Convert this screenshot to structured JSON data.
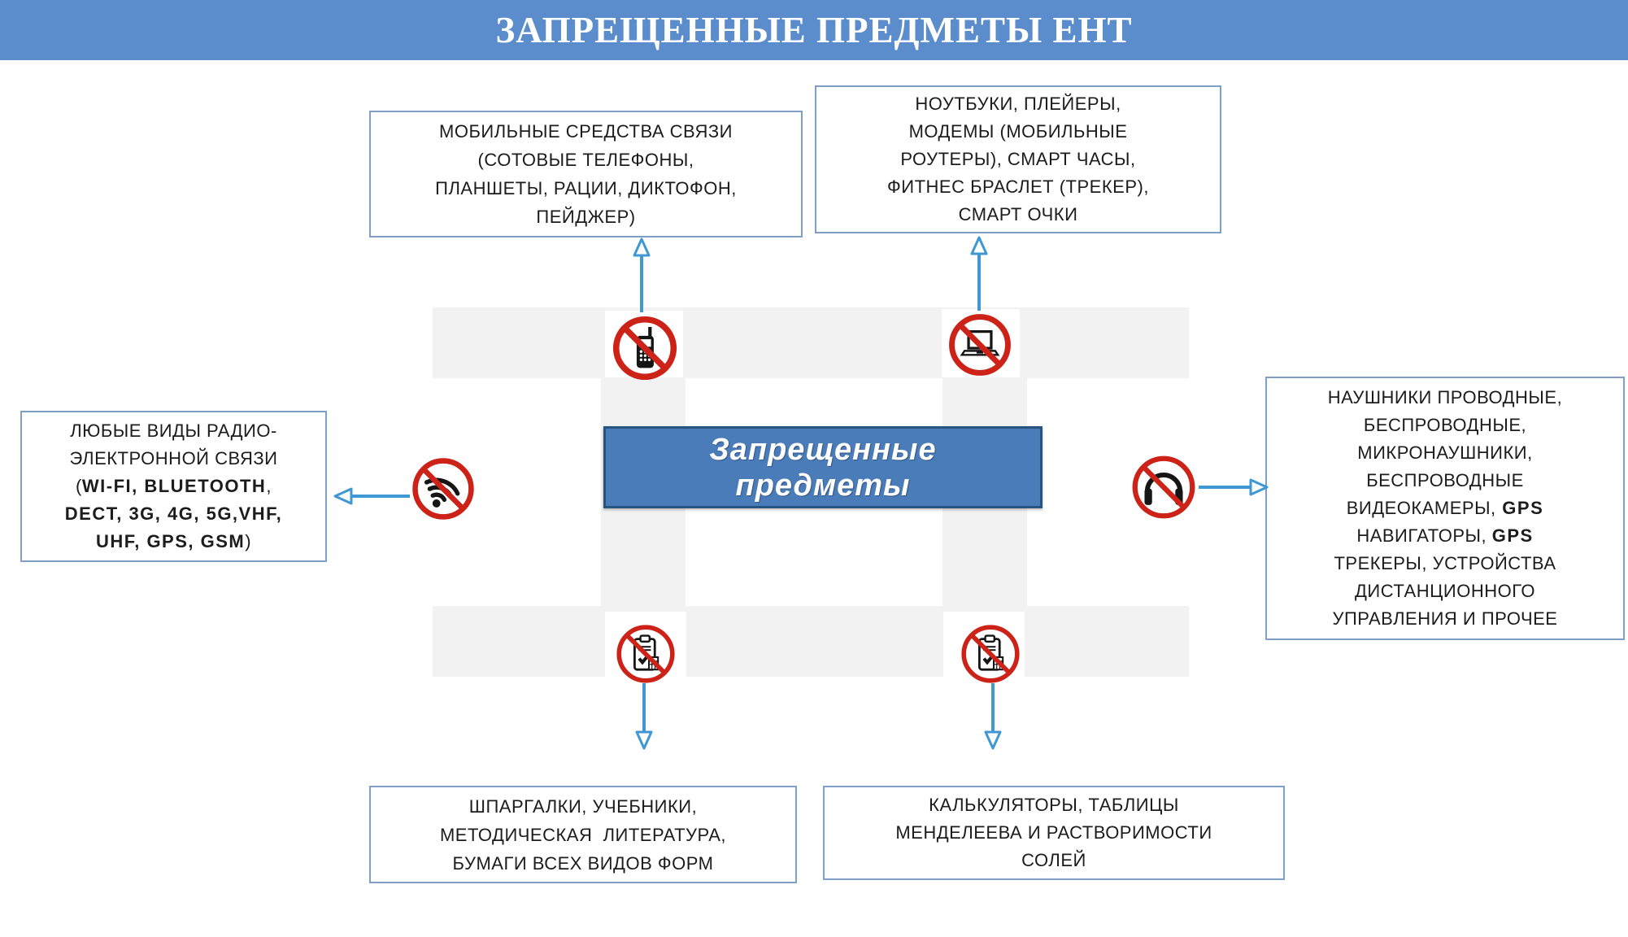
{
  "title": "ЗАПРЕЩЕННЫЕ ПРЕДМЕТЫ ЕНТ",
  "center_box": {
    "line1": "Запрещенные",
    "line2": "предметы"
  },
  "colors": {
    "title_bar": "#5b8ccb",
    "center_fill": "#4a7cba",
    "center_border": "#2a5480",
    "box_border": "#7f9fc6",
    "arrow_blue": "#3f97d3",
    "prohibit_red": "#cc2218",
    "band_gray": "#f2f2f2",
    "text_black": "#1c1c1c"
  },
  "boxes": {
    "mobile_devices": {
      "lines": [
        [
          {
            "t": "МОБИЛЬНЫЕ СРЕДСТВА СВЯЗИ"
          }
        ],
        [
          {
            "t": "(СОТОВЫЕ ТЕЛЕФОНЫ,"
          }
        ],
        [
          {
            "t": "ПЛАНШЕТЫ, РАЦИИ, ДИКТОФОН,"
          }
        ],
        [
          {
            "t": "ПЕЙДЖЕР)"
          }
        ]
      ]
    },
    "laptops_players": {
      "lines": [
        [
          {
            "t": "НОУТБУКИ, ПЛЕЙЕРЫ,"
          }
        ],
        [
          {
            "t": "МОДЕМЫ (МОБИЛЬНЫЕ"
          }
        ],
        [
          {
            "t": "РОУТЕРЫ), СМАРТ ЧАСЫ,"
          }
        ],
        [
          {
            "t": "ФИТНЕС БРАСЛЕТ (ТРЕКЕР),"
          }
        ],
        [
          {
            "t": "СМАРТ ОЧКИ"
          }
        ]
      ]
    },
    "radio_electronic": {
      "lines": [
        [
          {
            "t": "ЛЮБЫЕ ВИДЫ РАДИО-"
          }
        ],
        [
          {
            "t": "ЭЛЕКТРОННОЙ СВЯЗИ"
          }
        ],
        [
          {
            "t": "("
          },
          {
            "t": "WI-FI, BLUETOOTH",
            "b": true
          },
          {
            "t": ","
          }
        ],
        [
          {
            "t": "DECT, 3G, 4G, 5G,VHF,",
            "b": true
          }
        ],
        [
          {
            "t": "UHF, GPS, GSM",
            "b": true
          },
          {
            "t": ")"
          }
        ]
      ]
    },
    "headphones_gps": {
      "lines": [
        [
          {
            "t": "НАУШНИКИ ПРОВОДНЫЕ,"
          }
        ],
        [
          {
            "t": "БЕСПРОВОДНЫЕ,"
          }
        ],
        [
          {
            "t": "МИКРОНАУШНИКИ,"
          }
        ],
        [
          {
            "t": "БЕСПРОВОДНЫЕ"
          }
        ],
        [
          {
            "t": "ВИДЕОКАМЕРЫ,"
          },
          {
            "t": " GPS",
            "b": true
          }
        ],
        [
          {
            "t": "НАВИГАТОРЫ, "
          },
          {
            "t": "GPS",
            "b": true
          }
        ],
        [
          {
            "t": "ТРЕКЕРЫ, УСТРОЙСТВА"
          }
        ],
        [
          {
            "t": "ДИСТАНЦИОННОГО"
          }
        ],
        [
          {
            "t": "УПРАВЛЕНИЯ И ПРОЧЕЕ"
          }
        ]
      ]
    },
    "cheat_sheets": {
      "lines": [
        [
          {
            "t": "ШПАРГАЛКИ, УЧЕБНИКИ,"
          }
        ],
        [
          {
            "t": "МЕТОДИЧЕСКАЯ  ЛИТЕРАТУРА,"
          }
        ],
        [
          {
            "t": "БУМАГИ ВСЕХ ВИДОВ ФОРМ"
          }
        ]
      ]
    },
    "calculators_tables": {
      "lines": [
        [
          {
            "t": "КАЛЬКУЛЯТОРЫ, ТАБЛИЦЫ"
          }
        ],
        [
          {
            "t": "МЕНДЕЛЕЕВА И РАСТВОРИМОСТИ"
          }
        ],
        [
          {
            "t": "СОЛЕЙ"
          }
        ]
      ]
    }
  },
  "icons": [
    "no-mobile-phone-icon",
    "no-laptop-icon",
    "no-wifi-icon",
    "no-headphones-icon",
    "no-cheatsheet-icon-left",
    "no-cheatsheet-icon-right"
  ]
}
